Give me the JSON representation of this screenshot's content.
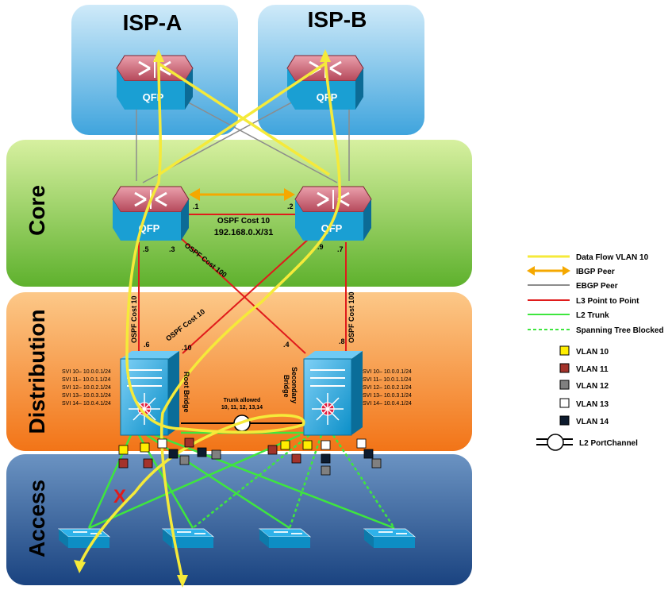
{
  "layers": {
    "isp_a": "ISP-A",
    "isp_b": "ISP-B",
    "core": "Core",
    "distribution": "Distribution",
    "access": "Access"
  },
  "routers": {
    "qfp_label": "QFP"
  },
  "links": {
    "core_ospf": "OSPF Cost 10",
    "core_subnet": "192.168.0.X/31",
    "core_to_dist_left": "OSPF Cost 10",
    "core_to_dist_cross_1": "OSPF Cost 100",
    "core_to_dist_cross_2": "OSPF Cost 10",
    "core_to_dist_right": "OSPF Cost 100",
    "ip_1": ".1",
    "ip_2": ".2",
    "ip_3": ".3",
    "ip_4": ".4",
    "ip_5": ".5",
    "ip_6": ".6",
    "ip_7": ".7",
    "ip_8": ".8",
    "ip_9": ".9",
    "ip_10": ".10"
  },
  "distribution": {
    "root_bridge": "Root Bridge",
    "secondary_bridge_1": "Secondary",
    "secondary_bridge_2": "Bridge",
    "trunk_1": "Trunk allowed",
    "trunk_2": "10, 11, 12, 13,14",
    "svi_left": [
      "SVI 10– 10.0.0.1/24",
      "SVI 11– 10.0.1.1/24",
      "SVI 12– 10.0.2.1/24",
      "SVI 13– 10.0.3.1/24",
      "SVI 14– 10.0.4.1/24"
    ],
    "svi_right": [
      "SVI 10– 10.0.0.1/24",
      "SVI 11– 10.0.1.1/24",
      "SVI 12– 10.0.2.1/24",
      "SVI 13– 10.0.3.1/24",
      "SVI 14– 10.0.4.1/24"
    ]
  },
  "legend": {
    "lines": [
      {
        "label": "Data Flow VLAN 10",
        "color": "#f5ea3a"
      },
      {
        "label": "IBGP Peer",
        "color": "#f5a800"
      },
      {
        "label": "EBGP Peer",
        "color": "#8c8c8c"
      },
      {
        "label": "L3 Point to Point",
        "color": "#e01b1b"
      },
      {
        "label": "L2 Trunk",
        "color": "#3ee63e"
      },
      {
        "label": "Spanning Tree Blocked",
        "color": "#3ee63e"
      }
    ],
    "vlans": [
      {
        "label": "VLAN 10",
        "color": "#ffee00"
      },
      {
        "label": "VLAN 11",
        "color": "#a3332b"
      },
      {
        "label": "VLAN 12",
        "color": "#808080"
      },
      {
        "label": "VLAN 13",
        "color": "#ffffff"
      },
      {
        "label": "VLAN 14",
        "color": "#0d1b2e"
      }
    ],
    "portchannel": "L2 PortChannel"
  }
}
